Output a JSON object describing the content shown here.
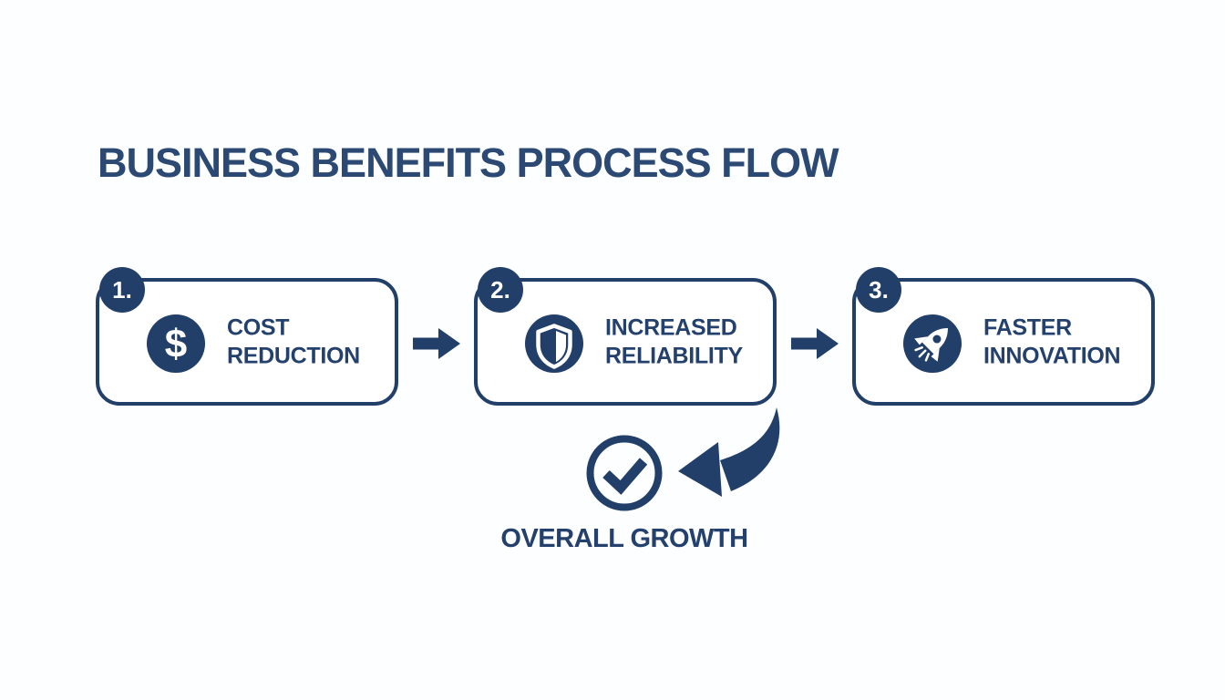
{
  "page": {
    "title": "BUSINESS BENEFITS PROCESS FLOW"
  },
  "colors": {
    "navy": "#223F6A",
    "title_navy": "#2B4973",
    "label_navy": "#24416D",
    "background": "#FDFEFF",
    "icon_glyph": "#FFFFFF"
  },
  "steps": [
    {
      "number": "1.",
      "label": "COST\nREDUCTION",
      "icon": "dollar-icon"
    },
    {
      "number": "2.",
      "label": "INCREASED\nRELIABILITY",
      "icon": "shield-icon"
    },
    {
      "number": "3.",
      "label": "FASTER\nINNOVATION",
      "icon": "rocket-icon"
    }
  ],
  "connectors": [
    {
      "name": "arrow-step1-step2",
      "type": "right-arrow"
    },
    {
      "name": "arrow-step2-step3",
      "type": "right-arrow"
    },
    {
      "name": "arrow-step2-result",
      "type": "curved-arrow-down-left"
    }
  ],
  "result": {
    "label": "OVERALL GROWTH",
    "icon": "check-circle-icon"
  },
  "icons": {
    "dollar_glyph": "$"
  }
}
